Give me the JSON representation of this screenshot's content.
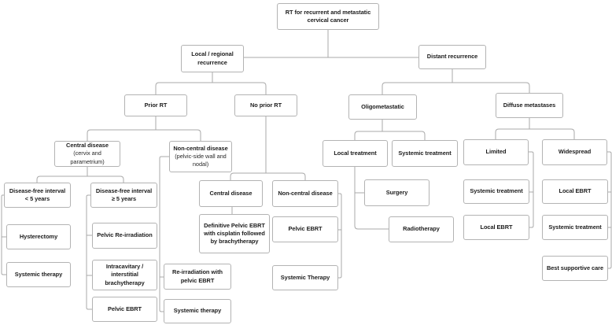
{
  "diagram_title": "RT for recurrent and metastatic cervical cancer",
  "colors": {
    "background": "#ffffff",
    "box_fill": "#ffffff",
    "box_border": "#b3b3b3",
    "connector_line": "#a9a9a9",
    "text": "#1c1c1c"
  },
  "nodes": {
    "root": {
      "label": "RT for recurrent and metastatic cervical cancer"
    },
    "local_regional": {
      "label": "Local / regional recurrence"
    },
    "distant": {
      "label": "Distant recurrence"
    },
    "prior_rt": {
      "label": "Prior RT"
    },
    "no_prior_rt": {
      "label": "No prior RT"
    },
    "oligometastatic": {
      "label": "Oligometastatic"
    },
    "diffuse_metastases": {
      "label": "Diffuse metastases"
    },
    "central_prior": {
      "label": "Central disease",
      "sub": "(cervix and parametrium)"
    },
    "noncentral_prior": {
      "label": "Non-central disease",
      "sub": "(pelvic-side wall and nodal)"
    },
    "dfi_lt5": {
      "label": "Disease-free interval < 5 years"
    },
    "dfi_ge5": {
      "label": "Disease-free interval ≥ 5 years"
    },
    "hysterectomy": {
      "label": "Hysterectomy"
    },
    "systemic_therapy_lt5": {
      "label": "Systemic therapy"
    },
    "pelvic_reirradiation": {
      "label": "Pelvic Re-irradiation"
    },
    "intracavitary_brachytherapy": {
      "label": "Intracavitary / interstitial brachytherapy"
    },
    "pelvic_ebrt_ge5": {
      "label": "Pelvic EBRT"
    },
    "reirradiation_pelvic_ebrt": {
      "label": "Re-irradiation with pelvic EBRT"
    },
    "systemic_therapy_noncentral": {
      "label": "Systemic therapy"
    },
    "central_noprior": {
      "label": "Central disease"
    },
    "definitive_pelvic_ebrt": {
      "label": "Definitive Pelvic EBRT with cisplatin followed by brachytherapy"
    },
    "noncentral_noprior": {
      "label": "Non-central disease"
    },
    "pelvic_ebrt_noprior": {
      "label": "Pelvic EBRT"
    },
    "systemic_therapy_noprior": {
      "label": "Systemic Therapy"
    },
    "local_treatment": {
      "label": "Local treatment"
    },
    "systemic_treatment_oligo": {
      "label": "Systemic treatment"
    },
    "surgery": {
      "label": "Surgery"
    },
    "radiotherapy": {
      "label": "Radiotherapy"
    },
    "limited": {
      "label": "Limited"
    },
    "widespread": {
      "label": "Widespread"
    },
    "systemic_treatment_limited": {
      "label": "Systemic treatment"
    },
    "local_ebrt_limited": {
      "label": "Local EBRT"
    },
    "local_ebrt_widespread": {
      "label": "Local EBRT"
    },
    "systemic_treatment_widespread": {
      "label": "Systemic treatment"
    },
    "best_supportive_care": {
      "label": "Best supportive care"
    }
  }
}
